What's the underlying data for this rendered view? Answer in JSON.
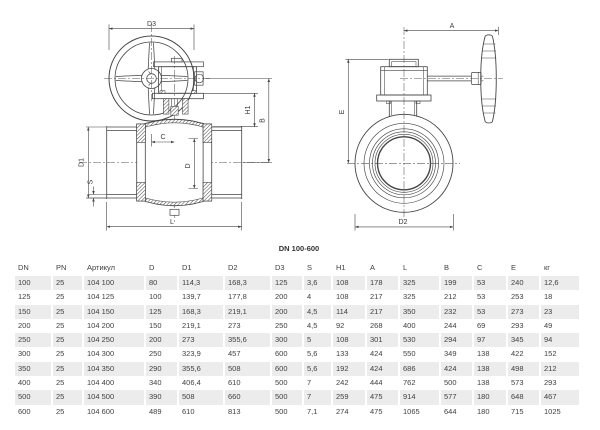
{
  "meta": {
    "background": "#ffffff",
    "line_color": "#454545",
    "text_color": "#3f3f3f",
    "stripe_color": "#ececec"
  },
  "drawing": {
    "caption": "DN 100-600",
    "views": {
      "front": {
        "labels": {
          "d3": "D3",
          "h1": "H1",
          "b": "B",
          "c": "C",
          "d": "D",
          "d1": "D1",
          "s": "S",
          "l": "L"
        }
      },
      "side": {
        "labels": {
          "a": "A",
          "e": "E",
          "d2": "D2"
        }
      }
    }
  },
  "table": {
    "columns": [
      "DN",
      "PN",
      "Артикул",
      "D",
      "D1",
      "D2",
      "D3",
      "S",
      "H1",
      "A",
      "L",
      "B",
      "C",
      "E",
      "кг"
    ],
    "rows": [
      [
        "100",
        "25",
        "104 100",
        "80",
        "114,3",
        "168,3",
        "125",
        "3,6",
        "108",
        "178",
        "325",
        "199",
        "53",
        "240",
        "12,6"
      ],
      [
        "125",
        "25",
        "104 125",
        "100",
        "139,7",
        "177,8",
        "200",
        "4",
        "108",
        "217",
        "325",
        "212",
        "53",
        "253",
        "18"
      ],
      [
        "150",
        "25",
        "104 150",
        "125",
        "168,3",
        "219,1",
        "200",
        "4,5",
        "114",
        "217",
        "350",
        "232",
        "53",
        "273",
        "23"
      ],
      [
        "200",
        "25",
        "104 200",
        "150",
        "219,1",
        "273",
        "250",
        "4,5",
        "92",
        "268",
        "400",
        "244",
        "69",
        "293",
        "49"
      ],
      [
        "250",
        "25",
        "104 250",
        "200",
        "273",
        "355,6",
        "300",
        "5",
        "108",
        "301",
        "530",
        "294",
        "97",
        "345",
        "94"
      ],
      [
        "300",
        "25",
        "104 300",
        "250",
        "323,9",
        "457",
        "600",
        "5,6",
        "133",
        "424",
        "550",
        "349",
        "138",
        "422",
        "152"
      ],
      [
        "350",
        "25",
        "104 350",
        "290",
        "355,6",
        "508",
        "600",
        "5,6",
        "192",
        "424",
        "686",
        "424",
        "138",
        "498",
        "212"
      ],
      [
        "400",
        "25",
        "104 400",
        "340",
        "406,4",
        "610",
        "500",
        "7",
        "242",
        "444",
        "762",
        "500",
        "138",
        "573",
        "293"
      ],
      [
        "500",
        "25",
        "104 500",
        "390",
        "508",
        "660",
        "500",
        "7",
        "259",
        "475",
        "914",
        "577",
        "180",
        "648",
        "467"
      ],
      [
        "600",
        "25",
        "104 600",
        "489",
        "610",
        "813",
        "500",
        "7,1",
        "274",
        "475",
        "1065",
        "644",
        "180",
        "715",
        "1025"
      ]
    ]
  }
}
